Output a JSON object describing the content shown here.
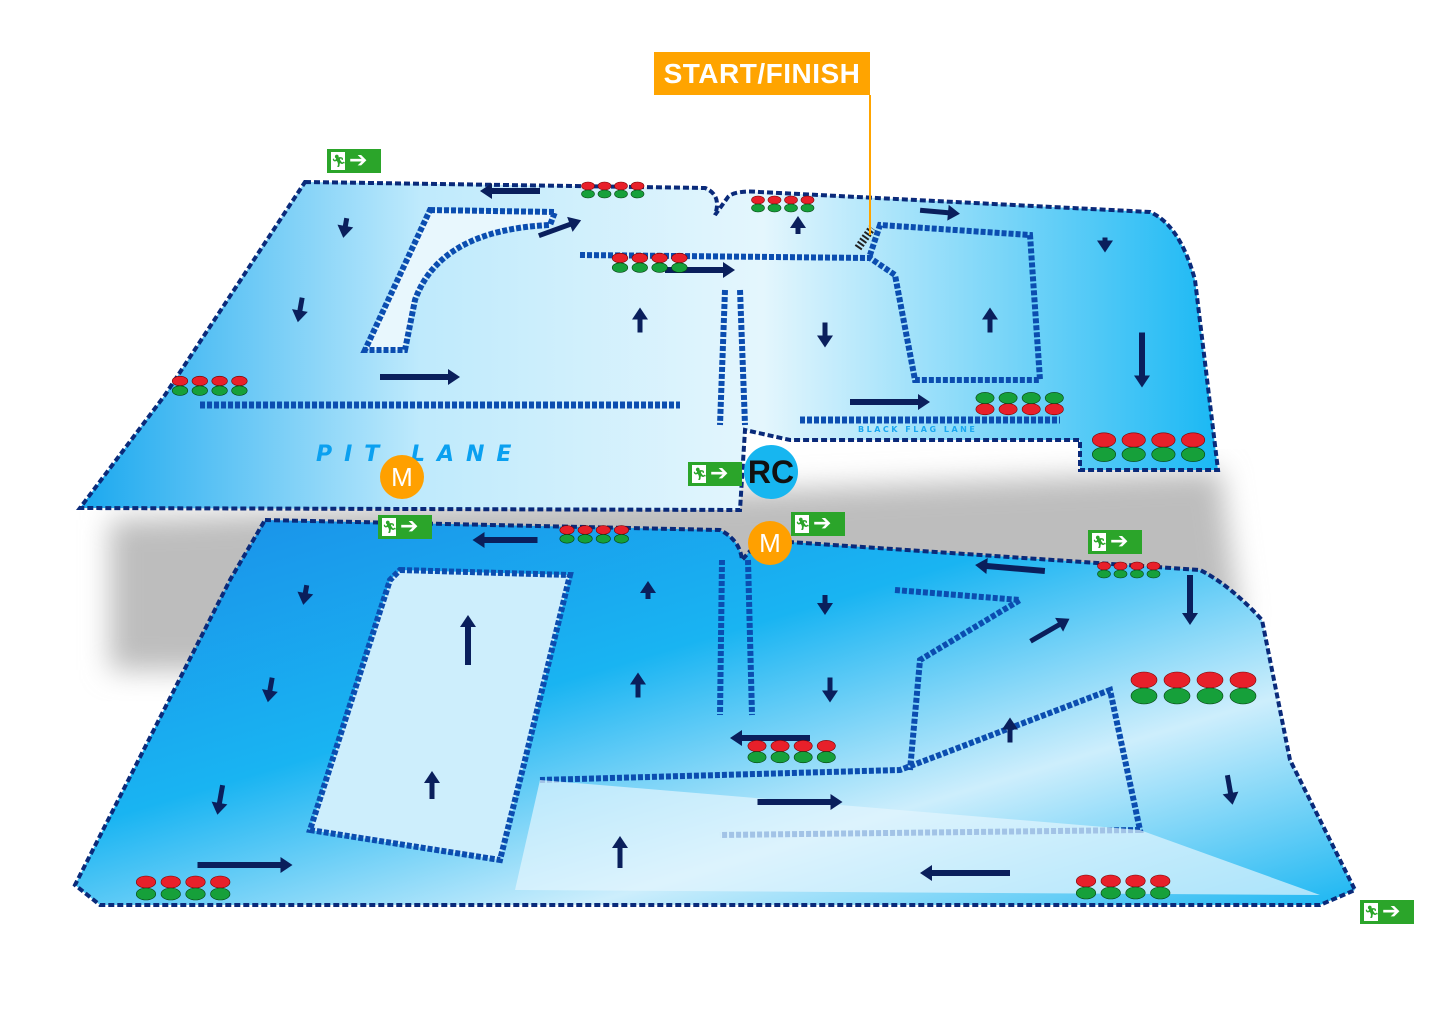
{
  "labels": {
    "start_finish": "START/FINISH",
    "pit_lane": "PIT LANE",
    "black_flag_lane": "BLACK FLAG LANE",
    "race_control": "RC",
    "marshal": "M"
  },
  "icons": {
    "emergency_exit": "emergency-exit-sign-icon",
    "direction_arrow": "arrow-icon",
    "traffic_lights": "red-green-light-icon"
  },
  "colors": {
    "track": "#19b4f2",
    "infield": "#d6f1fc",
    "kerb": "#0a2a7a",
    "arrow": "#0a1f5c",
    "label_orange": "#ffa400",
    "exit_green": "#2ba52a",
    "light_red": "#e8202a",
    "light_green": "#16a03a",
    "shadow": "#bdbdbd"
  }
}
